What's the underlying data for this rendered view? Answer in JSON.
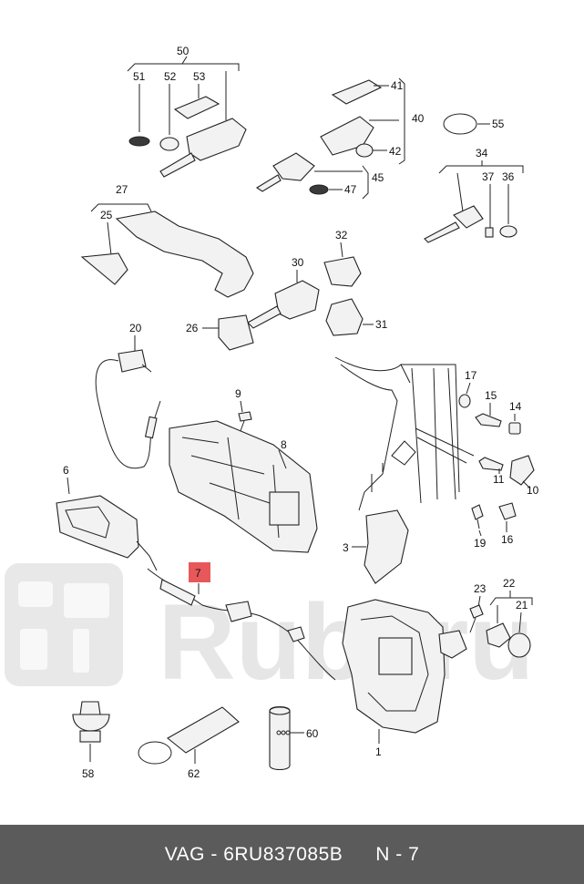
{
  "diagram": {
    "callouts": [
      "50",
      "51",
      "52",
      "53",
      "41",
      "40",
      "55",
      "42",
      "34",
      "37",
      "36",
      "45",
      "47",
      "27",
      "25",
      "32",
      "30",
      "26",
      "31",
      "20",
      "17",
      "15",
      "14",
      "9",
      "8",
      "11",
      "10",
      "6",
      "16",
      "19",
      "3",
      "7",
      "23",
      "22",
      "21",
      "1",
      "58",
      "62",
      "60"
    ],
    "highlight": {
      "label": "7",
      "color": "#e8585a"
    }
  },
  "watermark": {
    "text": "Rubi.ru"
  },
  "footer": {
    "brand": "VAG",
    "separator": "-",
    "part_number": "6RU837085B",
    "position": "N - 7"
  },
  "colors": {
    "footer_bg": "#5b5b5b",
    "highlight": "#e8585a",
    "watermark": "#e8e8e8"
  }
}
